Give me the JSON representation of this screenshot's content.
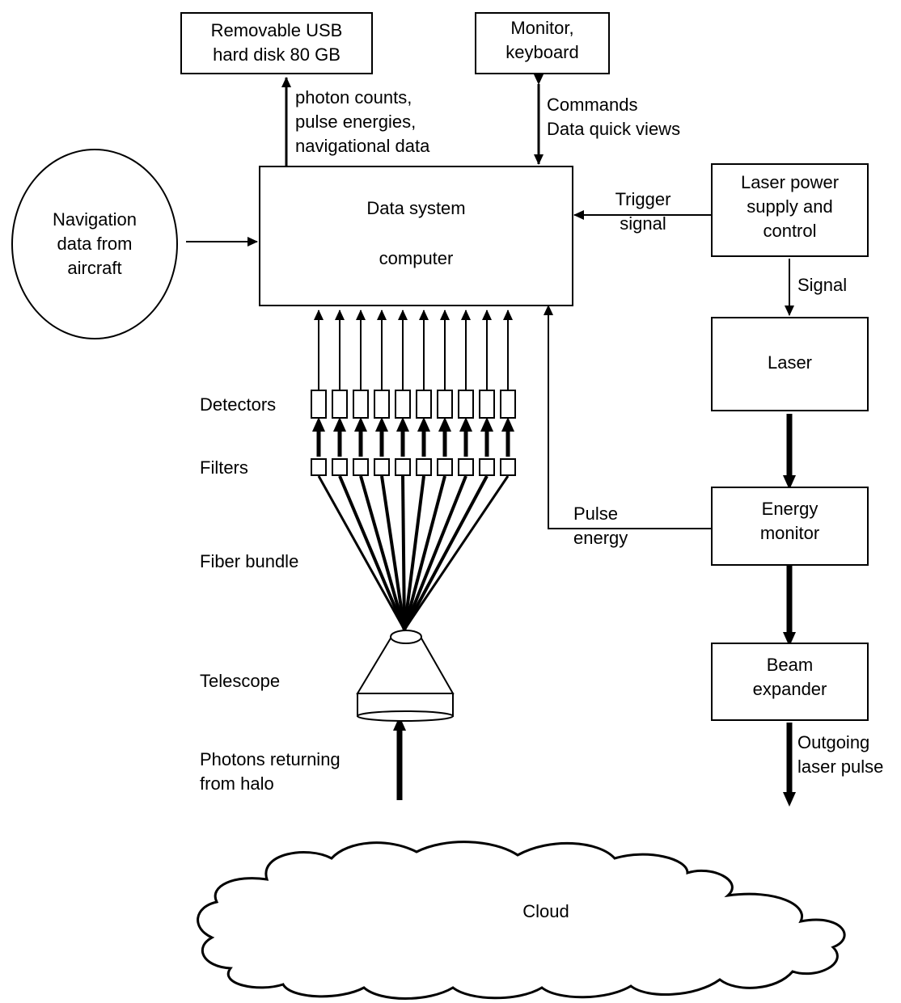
{
  "diagram": {
    "usb_disk": [
      "Removable USB",
      "hard disk 80 GB"
    ],
    "monitor": [
      "Monitor,",
      "keyboard"
    ],
    "data_to_disk": [
      "photon counts,",
      "pulse energies,",
      "navigational data"
    ],
    "commands": [
      "Commands",
      "Data quick views"
    ],
    "navigation": [
      "Navigation",
      "data from",
      "aircraft"
    ],
    "data_system": [
      "Data system",
      "computer"
    ],
    "trigger": [
      "Trigger",
      "signal"
    ],
    "laser_power": [
      "Laser power",
      "supply and",
      "control"
    ],
    "signal": "Signal",
    "laser": "Laser",
    "detectors": "Detectors",
    "filters": "Filters",
    "fiber_bundle": "Fiber bundle",
    "pulse_energy": [
      "Pulse",
      "energy"
    ],
    "energy_monitor": [
      "Energy",
      "monitor"
    ],
    "telescope": "Telescope",
    "beam_expander": [
      "Beam",
      "expander"
    ],
    "photons": [
      "Photons returning",
      "from halo"
    ],
    "outgoing": [
      "Outgoing",
      "laser pulse"
    ],
    "cloud": "Cloud"
  }
}
